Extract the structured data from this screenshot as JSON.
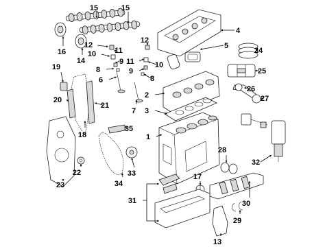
{
  "callouts": [
    {
      "id": "1",
      "label": "1"
    },
    {
      "id": "2",
      "label": "2"
    },
    {
      "id": "3",
      "label": "3"
    },
    {
      "id": "4",
      "label": "4"
    },
    {
      "id": "5",
      "label": "5"
    },
    {
      "id": "6",
      "label": "6"
    },
    {
      "id": "7",
      "label": "7"
    },
    {
      "id": "8a",
      "label": "8"
    },
    {
      "id": "8b",
      "label": "8"
    },
    {
      "id": "9a",
      "label": "9"
    },
    {
      "id": "9b",
      "label": "9"
    },
    {
      "id": "10a",
      "label": "10"
    },
    {
      "id": "10b",
      "label": "10"
    },
    {
      "id": "11a",
      "label": "11"
    },
    {
      "id": "11b",
      "label": "11"
    },
    {
      "id": "12a",
      "label": "12"
    },
    {
      "id": "12b",
      "label": "12"
    },
    {
      "id": "13",
      "label": "13"
    },
    {
      "id": "14",
      "label": "14"
    },
    {
      "id": "15a",
      "label": "15"
    },
    {
      "id": "15b",
      "label": "15"
    },
    {
      "id": "16",
      "label": "16"
    },
    {
      "id": "17",
      "label": "17"
    },
    {
      "id": "18",
      "label": "18"
    },
    {
      "id": "19",
      "label": "19"
    },
    {
      "id": "20",
      "label": "20"
    },
    {
      "id": "21",
      "label": "21"
    },
    {
      "id": "22",
      "label": "22"
    },
    {
      "id": "23",
      "label": "23"
    },
    {
      "id": "24",
      "label": "24"
    },
    {
      "id": "25",
      "label": "25"
    },
    {
      "id": "26",
      "label": "26"
    },
    {
      "id": "27",
      "label": "27"
    },
    {
      "id": "28",
      "label": "28"
    },
    {
      "id": "29",
      "label": "29"
    },
    {
      "id": "30",
      "label": "30"
    },
    {
      "id": "31",
      "label": "31"
    },
    {
      "id": "32",
      "label": "32"
    },
    {
      "id": "33",
      "label": "33"
    },
    {
      "id": "34",
      "label": "34"
    },
    {
      "id": "35",
      "label": "35"
    }
  ]
}
